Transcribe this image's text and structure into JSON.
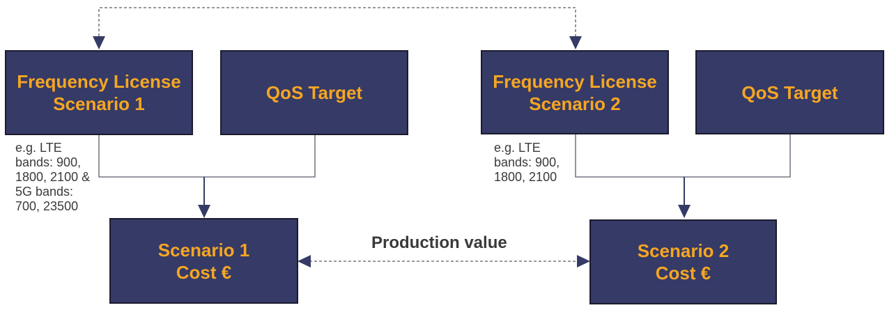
{
  "colors": {
    "box_fill": "#353a66",
    "box_text": "#f5a623",
    "line": "#5b5b6b",
    "arrow": "#353a66",
    "note_text": "#3a3a3a"
  },
  "nodes": {
    "freq_license_1": "Frequency License\nScenario 1",
    "qos_target_1": "QoS Target",
    "freq_license_2": "Frequency License\nScenario 2",
    "qos_target_2": "QoS Target",
    "cost_1": "Scenario 1\nCost €",
    "cost_2": "Scenario 2\nCost €"
  },
  "notes": {
    "bands_1": "e.g. LTE\nbands: 900,\n1800, 2100 &\n5G bands:\n700, 23500",
    "bands_2": "e.g. LTE\nbands: 900,\n1800, 2100"
  },
  "edges": {
    "production_value": "Production value"
  }
}
